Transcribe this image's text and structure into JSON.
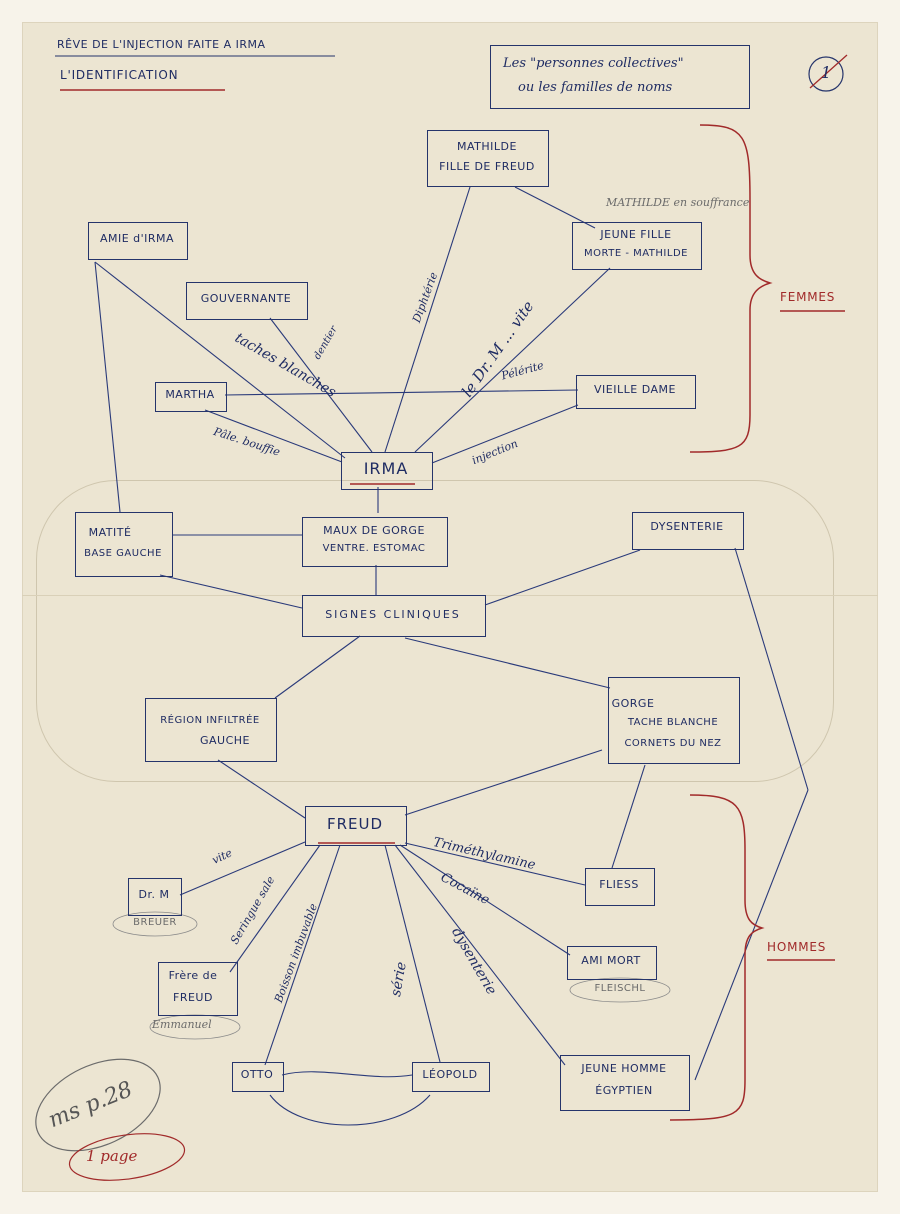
{
  "header": {
    "title": "RÊVE DE L'INJECTION FAITE A IRMA",
    "subtitle": "L'IDENTIFICATION",
    "note_line1": "Les \"personnes collectives\"",
    "note_line2": "ou les familles de noms",
    "page_number": "1"
  },
  "groups": {
    "femmes": "FEMMES",
    "hommes": "HOMMES"
  },
  "nodes": {
    "mathilde_1": "MATHILDE",
    "mathilde_2": "FILLE DE FREUD",
    "jeune_fille_1": "JEUNE FILLE",
    "jeune_fille_2": "MORTE - MATHILDE",
    "jeune_fille_annot": "MATHILDE en souffrance",
    "amie_irma": "AMIE d'IRMA",
    "gouvernante": "GOUVERNANTE",
    "martha": "MARTHA",
    "vieille_dame": "VIEILLE DAME",
    "irma": "IRMA",
    "matite_1": "MATITÉ",
    "matite_2": "BASE GAUCHE",
    "maux_1": "MAUX DE GORGE",
    "maux_2": "VENTRE. ESTOMAC",
    "dysenterie": "DYSENTERIE",
    "signes": "SIGNES CLINIQUES",
    "region_1": "RÉGION INFILTRÉE",
    "region_2": "GAUCHE",
    "gorge_1": "GORGE",
    "gorge_2": "TACHE BLANCHE",
    "gorge_3": "CORNETS DU NEZ",
    "freud": "FREUD",
    "drm_1": "Dr. M",
    "drm_2": "BREUER",
    "frere_1": "Frère de",
    "frere_2": "FREUD",
    "frere_3": "Emmanuel",
    "fliess": "FLIESS",
    "ami_mort_1": "AMI MORT",
    "ami_mort_2": "FLEISCHL",
    "otto": "OTTO",
    "leopold": "LÉOPOLD",
    "jeune_homme_1": "JEUNE HOMME",
    "jeune_homme_2": "ÉGYPTIEN"
  },
  "edge_labels": {
    "diphterie": "Diphtérie",
    "dr_m_vite": "le Dr. M ... vite",
    "taches_blanches": "taches blanches",
    "dentier": "dentier",
    "pelerite": "Pélérite",
    "pale_bouffie": "Pâle. bouffie",
    "injection": "injection",
    "vite": "vite",
    "boisson_imbuvable": "Boisson imbuvable",
    "trimethylamine": "Triméthylamine",
    "cocaine": "Cocaïne",
    "dysenterie": "dysenterie",
    "serie": "série",
    "seringue": "Seringue sale"
  },
  "archive": {
    "call_number": "ms p.28",
    "pages": "1 page"
  },
  "colors": {
    "ink": "#25346b",
    "red_ink": "#a12a2a",
    "pencil": "#6b6b6b",
    "paper": "#ece5d2"
  }
}
